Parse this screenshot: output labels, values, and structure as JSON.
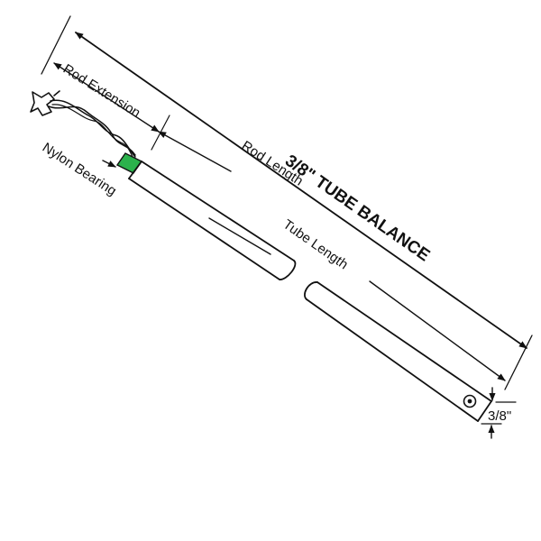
{
  "diagram": {
    "title": "3/8\" TUBE BALANCE",
    "labels": {
      "rod_extension": "Rod Extension",
      "rod_length": "Rod Length",
      "tube_length": "Tube Length",
      "nylon_bearing": "Nylon Bearing",
      "diameter": "3/8\""
    },
    "colors": {
      "bearing": "#2bb24c",
      "line": "#111111",
      "background": "#ffffff"
    }
  }
}
